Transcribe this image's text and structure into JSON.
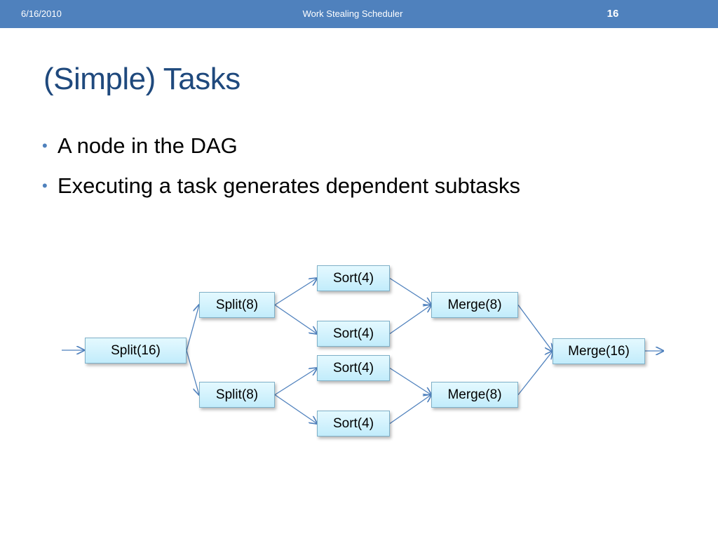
{
  "header": {
    "date": "6/16/2010",
    "footer_title": "Work Stealing Scheduler",
    "slide_number": "16",
    "bar_color": "#4f81bd"
  },
  "slide": {
    "title": "(Simple) Tasks",
    "bullets": [
      "A node in the DAG",
      "Executing a task generates dependent subtasks"
    ]
  },
  "diagram": {
    "nodes": {
      "split16": "Split(16)",
      "split8_top": "Split(8)",
      "split8_bottom": "Split(8)",
      "sort4_1": "Sort(4)",
      "sort4_2": "Sort(4)",
      "sort4_3": "Sort(4)",
      "sort4_4": "Sort(4)",
      "merge8_top": "Merge(8)",
      "merge8_bottom": "Merge(8)",
      "merge16": "Merge(16)"
    },
    "edges": [
      [
        "split16",
        "split8_top"
      ],
      [
        "split16",
        "split8_bottom"
      ],
      [
        "split8_top",
        "sort4_1"
      ],
      [
        "split8_top",
        "sort4_2"
      ],
      [
        "split8_bottom",
        "sort4_3"
      ],
      [
        "split8_bottom",
        "sort4_4"
      ],
      [
        "sort4_1",
        "merge8_top"
      ],
      [
        "sort4_2",
        "merge8_top"
      ],
      [
        "sort4_3",
        "merge8_bottom"
      ],
      [
        "sort4_4",
        "merge8_bottom"
      ],
      [
        "merge8_top",
        "merge16"
      ],
      [
        "merge8_bottom",
        "merge16"
      ]
    ],
    "node_fill": "#c9eefb",
    "node_border": "#7fb0c8",
    "edge_color": "#4f81bd"
  }
}
